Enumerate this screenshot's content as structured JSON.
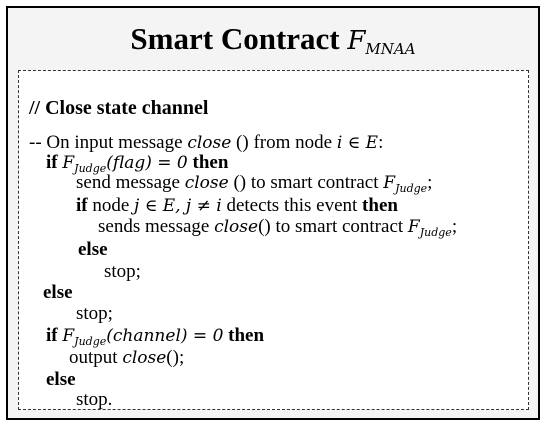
{
  "title": {
    "text": "Smart Contract",
    "symbol": "F",
    "symbol_sub": "MNAA"
  },
  "comment": "// Close state channel",
  "lines": [
    {
      "parts": [
        {
          "t": "-- On input message "
        },
        {
          "m": "close"
        },
        {
          "t": " () from node "
        },
        {
          "m": "i ∈ E"
        },
        {
          "t": ":"
        }
      ]
    },
    {
      "parts": [
        {
          "b": "if "
        },
        {
          "m": "F",
          "sub": "Judge"
        },
        {
          "m": "(flag) = 0"
        },
        {
          "b": " then"
        }
      ]
    },
    {
      "parts": [
        {
          "t": "send message "
        },
        {
          "m": "close"
        },
        {
          "t": " () to smart contract "
        },
        {
          "m": "F",
          "sub": "Judge"
        },
        {
          "t": ";"
        }
      ]
    },
    {
      "parts": [
        {
          "b": "if"
        },
        {
          "t": " node "
        },
        {
          "m": "j ∈ E, j ≠ i"
        },
        {
          "t": " detects this event "
        },
        {
          "b": "then"
        }
      ]
    },
    {
      "parts": [
        {
          "t": "sends message "
        },
        {
          "m": "close"
        },
        {
          "t": "() to smart contract "
        },
        {
          "m": "F",
          "sub": "Judge"
        },
        {
          "t": ";"
        }
      ]
    },
    {
      "parts": [
        {
          "b": "else"
        }
      ]
    },
    {
      "parts": [
        {
          "t": "stop;"
        }
      ]
    },
    {
      "parts": [
        {
          "b": "else"
        }
      ]
    },
    {
      "parts": [
        {
          "t": "stop;"
        }
      ]
    },
    {
      "parts": [
        {
          "b": "if "
        },
        {
          "m": "F",
          "sub": "Judge"
        },
        {
          "m": "(channel) = 0"
        },
        {
          "b": " then"
        }
      ]
    },
    {
      "parts": [
        {
          "t": "output "
        },
        {
          "m": "close"
        },
        {
          "t": "();"
        }
      ]
    },
    {
      "parts": [
        {
          "b": "else"
        }
      ]
    },
    {
      "parts": [
        {
          "t": "stop."
        }
      ]
    }
  ]
}
